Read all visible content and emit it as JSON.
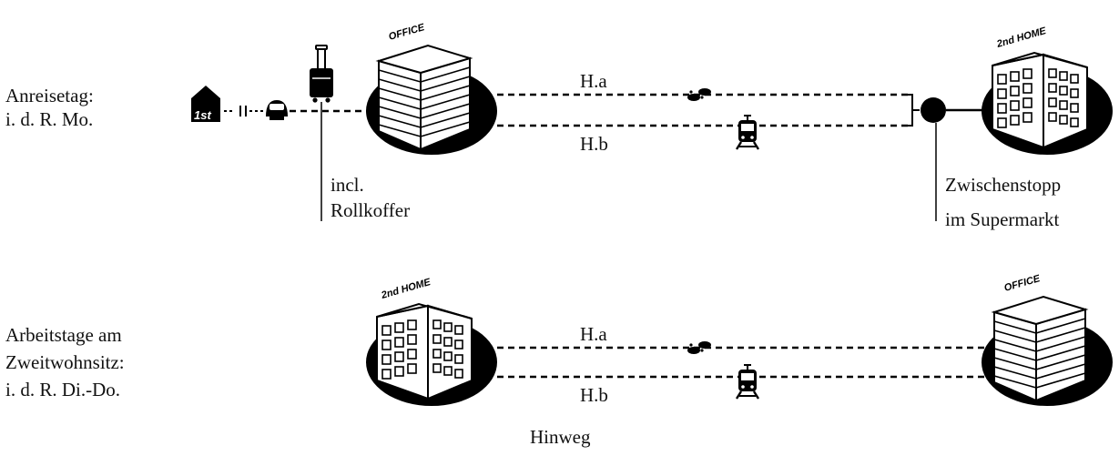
{
  "row1": {
    "label_line1": "Anreisetag:",
    "label_line2": "i. d. R. Mo.",
    "first_home_badge": "1st",
    "route_a": "H.a",
    "route_b": "H.b",
    "luggage_line1": "incl.",
    "luggage_line2": "Rollkoffer",
    "stop_line1": "Zwischenstopp",
    "stop_line2": "im Supermarkt",
    "office_sign": "OFFICE",
    "home_sign": "2nd HOME"
  },
  "row2": {
    "label_line1": "Arbeitstage am",
    "label_line2": "Zweitwohnsitz:",
    "label_line3": "i. d. R. Di.-Do.",
    "route_a": "H.a",
    "route_b": "H.b",
    "office_sign": "OFFICE",
    "home_sign": "2nd HOME"
  },
  "caption": "Hinweg",
  "icons": [
    "first-home-icon",
    "train-front-icon",
    "suitcase-icon",
    "office-building-icon",
    "footsteps-icon",
    "tram-icon",
    "second-home-building-icon",
    "supermarket-stop-icon"
  ]
}
